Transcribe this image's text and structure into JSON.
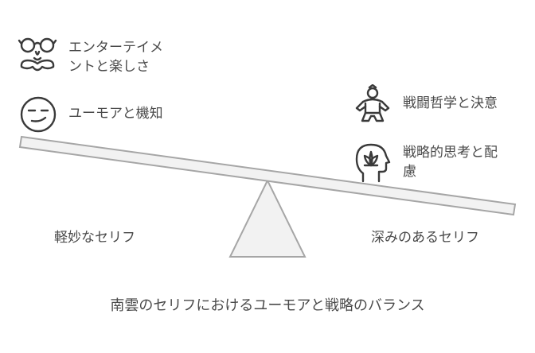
{
  "left_items": [
    {
      "label_line1": "エンターテイメ",
      "label_line2": "ントと楽しさ",
      "icon": "glasses-mustache-icon"
    },
    {
      "label": "ユーモアと機知",
      "icon": "smirk-face-icon"
    }
  ],
  "right_items": [
    {
      "label": "戦闘哲学と決意",
      "icon": "sumo-wrestler-icon"
    },
    {
      "label_line1": "戦略的思考と配",
      "label_line2": "慮",
      "icon": "head-lotus-icon"
    }
  ],
  "left_side_label": "軽妙なセリフ",
  "right_side_label": "深みのあるセリフ",
  "caption": "南雲のセリフにおけるユーモアと戦略のバランス",
  "colors": {
    "stroke": "#a6a6a6",
    "fill": "#f2f2f2",
    "text": "#4a4a4a",
    "icon": "#3a3a3a"
  }
}
